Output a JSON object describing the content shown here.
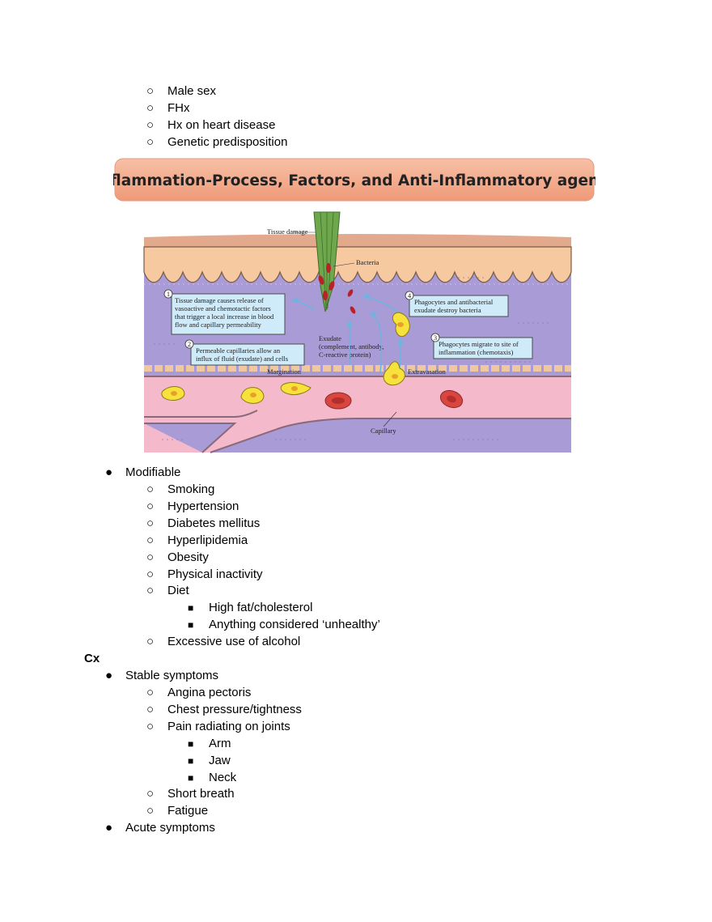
{
  "bullets": {
    "disc": "●",
    "circle": "○",
    "square": "■"
  },
  "risk_list_top": [
    "Male sex",
    "FHx",
    "Hx on heart disease",
    "Genetic predisposition"
  ],
  "figure": {
    "banner_title": "Inflammation-Process, Factors, and Anti-Inflammatory agents",
    "labels": {
      "tissue_damage": "Tissue damage",
      "bacteria": "Bacteria",
      "margination": "Margination",
      "extravasation": "Extravasation",
      "capillary": "Capillary",
      "exudate": [
        "Exudate",
        "(complement, antibody,",
        "C-reactive protein)"
      ]
    },
    "steps": [
      {
        "num": "1",
        "text": [
          "Tissue damage causes release of",
          "vasoactive and chemotactic factors",
          "that trigger a local increase in blood",
          "flow and capillary permeability"
        ]
      },
      {
        "num": "2",
        "text": [
          "Permeable capillaries allow an",
          "influx of fluid (exudate) and cells"
        ]
      },
      {
        "num": "3",
        "text": [
          "Phagocytes migrate to site of",
          "inflammation (chemotaxis)"
        ]
      },
      {
        "num": "4",
        "text": [
          "Phagocytes and antibacterial",
          "exudate destroy bacteria"
        ]
      }
    ],
    "colors": {
      "banner": "#f2a98a",
      "tissue": "#a99bd6",
      "epithelium": "#f6c9a0",
      "vessel": "#f5b9cc",
      "rbc": "#d9453f",
      "phagocyte": "#f7e23c",
      "box": "#cfeaf8"
    }
  },
  "modifiable": {
    "label": "Modifiable",
    "items": [
      "Smoking",
      "Hypertension",
      "Diabetes mellitus",
      "Hyperlipidemia",
      "Obesity",
      "Physical inactivity",
      "Diet"
    ],
    "diet_items": [
      "High fat/cholesterol",
      "Anything considered ‘unhealthy’"
    ],
    "after_diet": "Excessive use of alcohol"
  },
  "cx": {
    "heading": "Cx",
    "stable": {
      "label": "Stable symptoms",
      "items": [
        "Angina pectoris",
        "Chest pressure/tightness",
        "Pain radiating on joints"
      ],
      "joints": [
        "Arm",
        "Jaw",
        "Neck"
      ],
      "after": [
        "Short breath",
        "Fatigue"
      ]
    },
    "acute_label": "Acute symptoms"
  }
}
